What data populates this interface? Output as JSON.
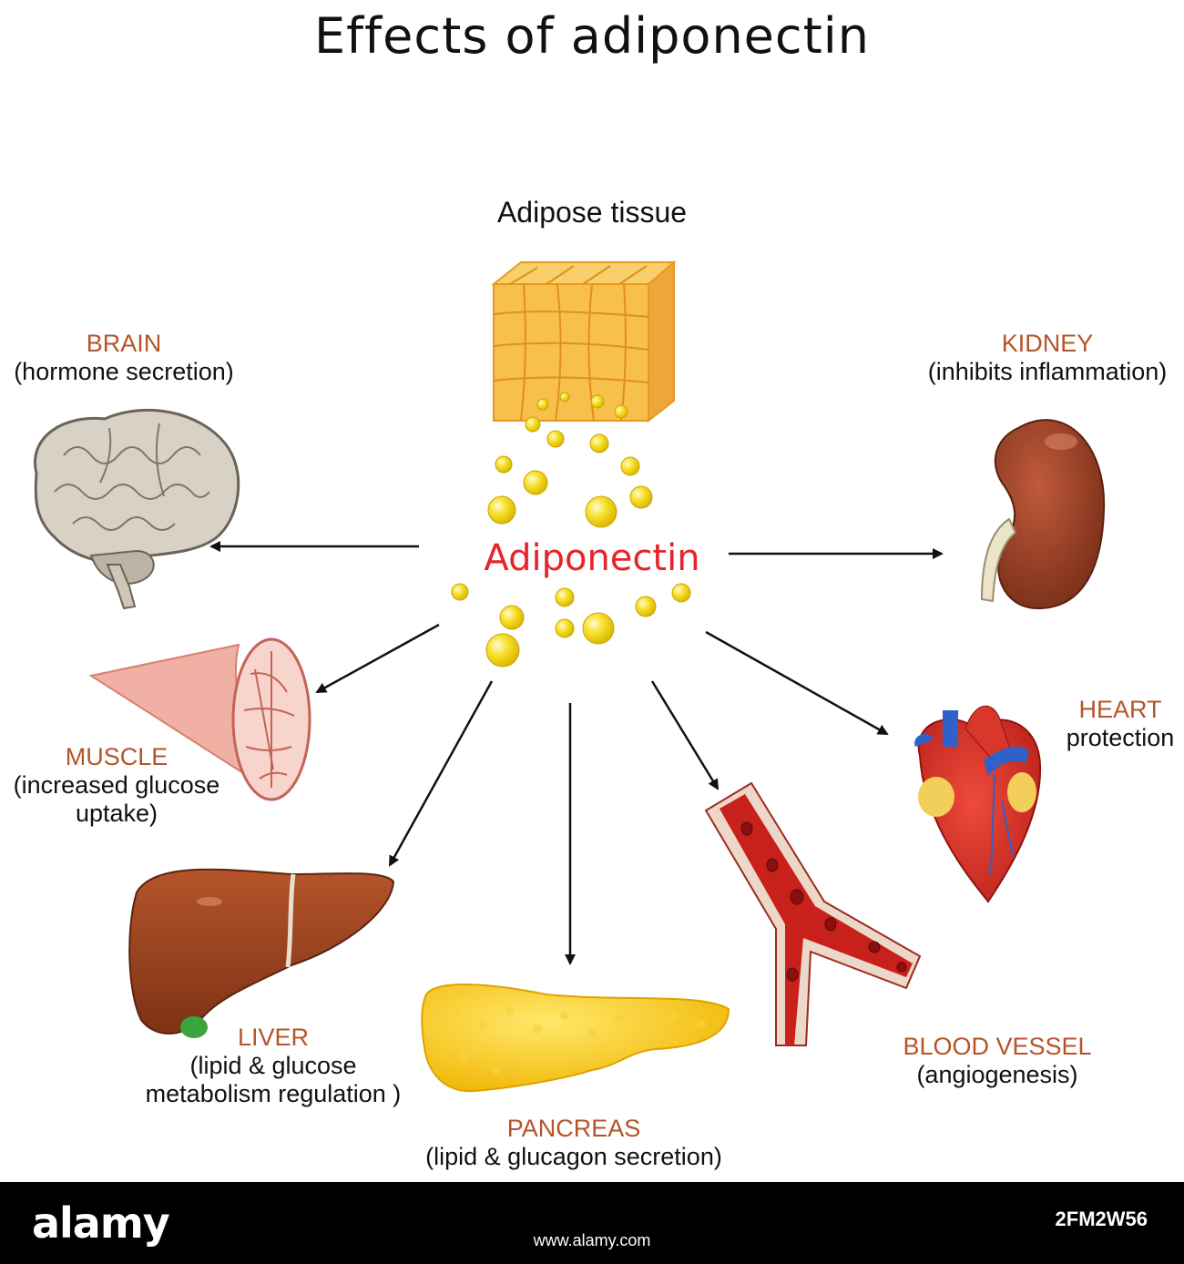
{
  "title": "Effects of adiponectin",
  "source_label": "Adipose tissue",
  "hormone_label": "Adiponectin",
  "organs": {
    "brain": {
      "name": "BRAIN",
      "effect": "(hormone secretion)"
    },
    "kidney": {
      "name": "KIDNEY",
      "effect": "(inhibits inflammation)"
    },
    "muscle": {
      "name": "MUSCLE",
      "effect_line1": "(increased glucose",
      "effect_line2": "uptake)"
    },
    "heart": {
      "name": "HEART",
      "effect": "protection"
    },
    "liver": {
      "name": "LIVER",
      "effect_line1": "(lipid & glucose",
      "effect_line2": "metabolism regulation )"
    },
    "pancreas": {
      "name": "PANCREAS",
      "effect": "(lipid & glucagon secretion)"
    },
    "blood_vessel": {
      "name": "BLOOD VESSEL",
      "effect": "(angiogenesis)"
    }
  },
  "colors": {
    "organ_label": "#b5542a",
    "hormone_label": "#e8232a",
    "arrow": "#111111",
    "droplet": "#f5dc1e",
    "adipose": "#f3b43a"
  },
  "watermark": {
    "logo": "alamy",
    "image_id": "2FM2W56",
    "url": "www.alamy.com"
  }
}
